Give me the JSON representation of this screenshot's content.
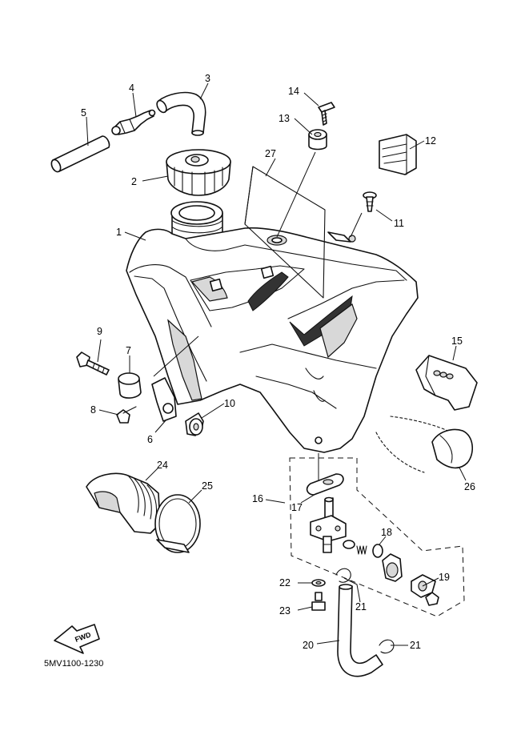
{
  "diagram_code": "5MV1100-1230",
  "fwd_label": "FWD",
  "callouts": {
    "c1": "1",
    "c2": "2",
    "c3": "3",
    "c4": "4",
    "c5": "5",
    "c6": "6",
    "c7": "7",
    "c8": "8",
    "c9": "9",
    "c10": "10",
    "c11": "11",
    "c12": "12",
    "c13": "13",
    "c14": "14",
    "c15": "15",
    "c16": "16",
    "c17": "17",
    "c18": "18",
    "c19": "19",
    "c20": "20",
    "c21a": "21",
    "c21b": "21",
    "c22": "22",
    "c23": "23",
    "c24": "24",
    "c25": "25",
    "c26": "26",
    "c27": "27"
  }
}
